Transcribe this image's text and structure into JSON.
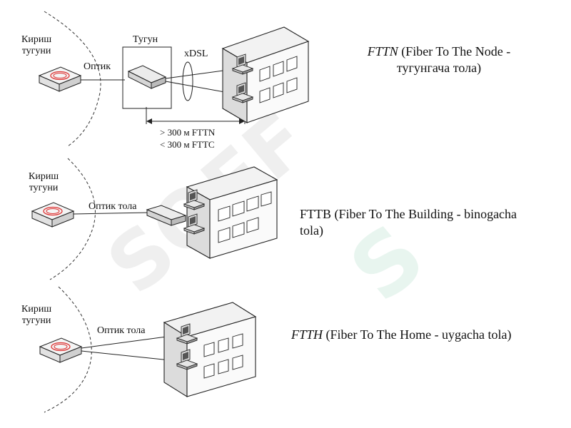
{
  "watermark": {
    "text": "SOFF",
    "mark": "S",
    "color_gray": "#7f7f7f",
    "color_green": "#27a36a"
  },
  "row1": {
    "entry_label": "Кириш\nтугуни",
    "optic_label": "Оптик",
    "node_label": "Тугун",
    "xdsl_label": "xDSL",
    "dist_fttn": "> 300 м FTTN",
    "dist_fttc": "< 300 м FTTC",
    "caption_abbr": "FTTN",
    "caption_line1": " (Fiber To The Node -",
    "caption_line2": "тугунгача тола)"
  },
  "row2": {
    "entry_label": "Кириш\nтугуни",
    "optic_label": "Оптик тола",
    "caption_line1": "FTTB (Fiber To The Building - binogacha",
    "caption_line2": "tola)"
  },
  "row3": {
    "entry_label": "Кириш\nтугуни",
    "optic_label": "Оптик тола",
    "caption_abbr": "FTTH",
    "caption_rest": " (Fiber To The Home - uygacha tola)"
  }
}
